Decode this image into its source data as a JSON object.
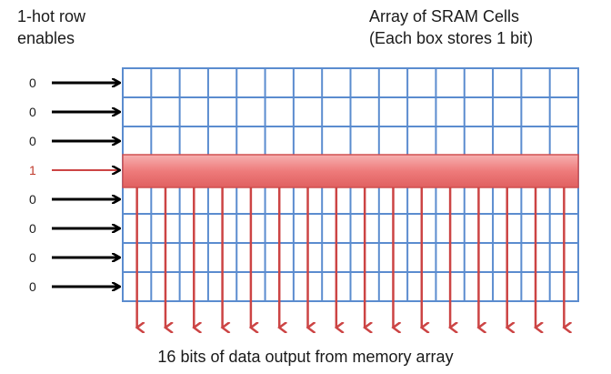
{
  "labels": {
    "row_enables_line1": "1-hot row",
    "row_enables_line2": "enables",
    "array_line1": "Array of SRAM Cells",
    "array_line2": "(Each box stores 1 bit)",
    "output": "16 bits of data output from memory array"
  },
  "row_enables": [
    "0",
    "0",
    "0",
    "1",
    "0",
    "0",
    "0",
    "0"
  ],
  "grid": {
    "rows": 8,
    "cols": 16
  },
  "colors": {
    "grid_line": "#5b8ccf",
    "arrow_black": "#000000",
    "active": "#cc4444",
    "active_fill": "#f08080",
    "active_label": "#c0392b"
  }
}
